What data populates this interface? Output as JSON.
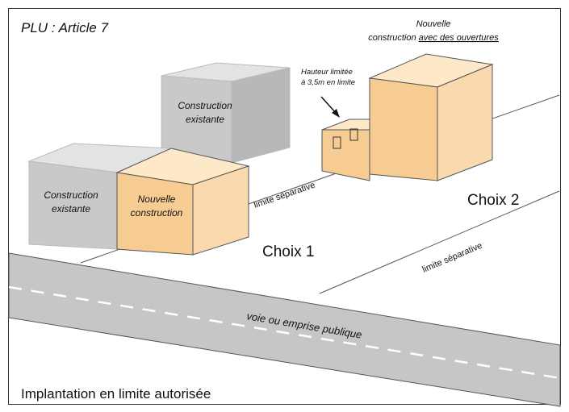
{
  "title": "PLU : Article 7",
  "caption": "Implantation en limite autorisée",
  "labels": {
    "nouvelle_line1": "Nouvelle",
    "nouvelle_line2_prefix": "construction ",
    "nouvelle_line2_underlined": "avec des ouvertures",
    "hauteur_line1": "Hauteur limitée",
    "hauteur_line2": "à 3,5m en limite",
    "existante_back_line1": "Construction",
    "existante_back_line2": "existante",
    "existante_front_line1": "Construction",
    "existante_front_line2": "existante",
    "nouvelle_front_line1": "Nouvelle",
    "nouvelle_front_line2": "construction",
    "limite_1": "limite séparative",
    "limite_2": "limite séparative",
    "choix_1": "Choix 1",
    "choix_2": "Choix 2",
    "voie": "voie ou emprise publique"
  },
  "colors": {
    "grey_front": "#c9c9c9",
    "grey_top": "#e3e3e3",
    "grey_side": "#b5b5b5",
    "orange_front": "#f6cc92",
    "orange_top": "#fde8c8",
    "orange_side": "#fad9ae",
    "road": "#c6c6c6"
  }
}
